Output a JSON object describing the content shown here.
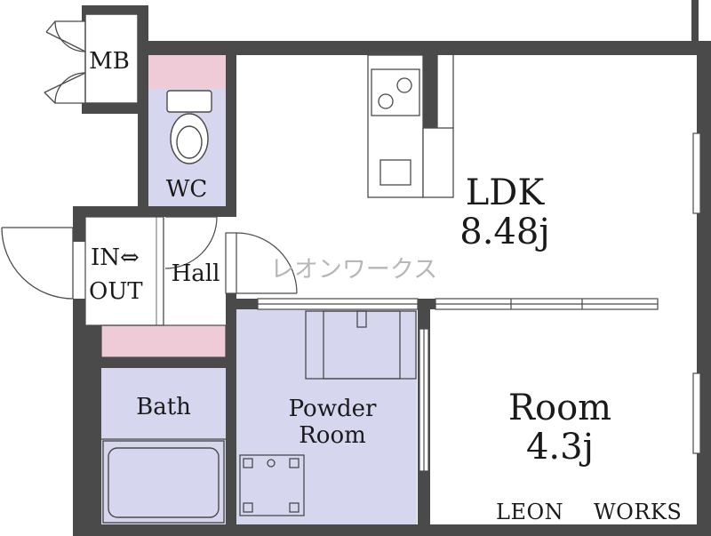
{
  "rooms": {
    "mb": "MB",
    "wc": "WC",
    "entrance_line1": "IN⇔",
    "entrance_line2": "OUT",
    "hall": "Hall",
    "ldk_name": "LDK",
    "ldk_size": "8.48j",
    "bath": "Bath",
    "powder_line1": "Powder",
    "powder_line2": "Room",
    "room_name": "Room",
    "room_size": "4.3j"
  },
  "watermark": "レオンワークス",
  "brand": {
    "left": "LEON",
    "right": "WORKS"
  },
  "colors": {
    "wall": "#4a4a4a",
    "wet_area": "#d6d7ee",
    "accent_pink": "#eecbd6",
    "floor": "#ffffff",
    "watermark": "#b7b7b7"
  }
}
